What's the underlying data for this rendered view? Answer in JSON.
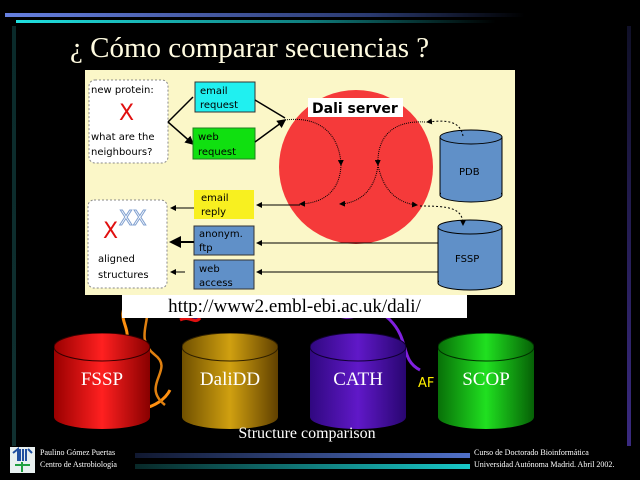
{
  "title": "¿ Cómo comparar secuencias ?",
  "diagram": {
    "query_box": {
      "line1": "new protein:",
      "line2": "what are the",
      "line3": "neighbours?"
    },
    "email_request": {
      "line1": "email",
      "line2": "request"
    },
    "web_request": {
      "line1": "web",
      "line2": "request"
    },
    "server_label": "Dali server",
    "pdb_label": "PDB",
    "fssp_label": "FSSP",
    "result_box": {
      "line1": "aligned",
      "line2": "structures"
    },
    "email_reply": {
      "line1": "email",
      "line2": "reply"
    },
    "anonym_ftp": {
      "line1": "anonym.",
      "line2": "ftp"
    },
    "web_access": {
      "line1": "web",
      "line2": "access"
    }
  },
  "url": "http://www2.embl-ebi.ac.uk/dali/",
  "databases": [
    {
      "label": "FSSP",
      "color": "#e01010"
    },
    {
      "label": "DaliDD",
      "color": "#b89000"
    },
    {
      "label": "CATH",
      "color": "#5010b0"
    },
    {
      "label": "SCOP",
      "color": "#10c010"
    }
  ],
  "partial_text": "AF",
  "caption": "Structure comparison",
  "footer": {
    "author": "Paulino Gómez Puertas",
    "institution": "Centro de Astrobiología",
    "course": "Curso de Doctorado Bioinformática",
    "university_date": "Universidad Autónoma Madrid. Abril 2002."
  }
}
